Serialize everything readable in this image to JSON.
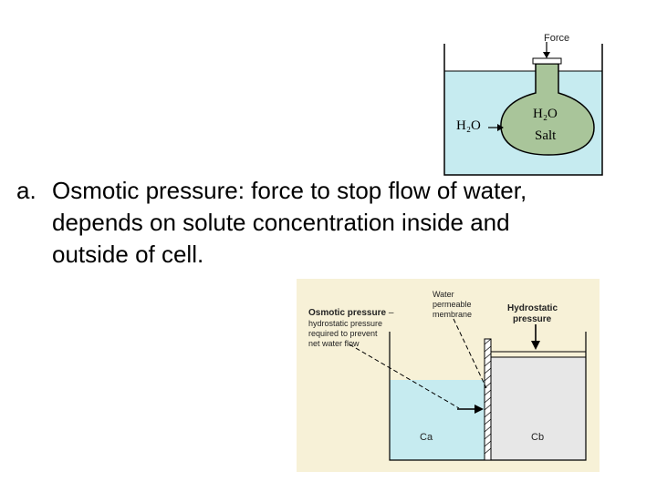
{
  "slide": {
    "bullet_marker": "a.",
    "bullet_text": "Osmotic pressure: force to stop flow of water, depends on solute concentration inside and outside of cell."
  },
  "figure_top": {
    "force_label": "Force",
    "outside_label": "H₂O",
    "bulb_line1": "H₂O",
    "bulb_line2": "Salt",
    "water_color": "#c6ebf0"
  },
  "figure_bottom": {
    "osmotic_title": "Osmotic pressure",
    "osmotic_dash": "–",
    "osmotic_desc_lines": [
      "hydrostatic pressure",
      "required to prevent",
      "net water flow"
    ],
    "membrane_lines": [
      "Water",
      "permeable",
      "membrane"
    ],
    "hydrostatic_lines": [
      "Hydrostatic",
      "pressure"
    ],
    "left_conc": "Ca",
    "right_conc": "Cb",
    "panel_color": "#f7f1d7",
    "left_fluid_color": "#c6ebf0",
    "right_fluid_color": "#e7e7e7"
  }
}
